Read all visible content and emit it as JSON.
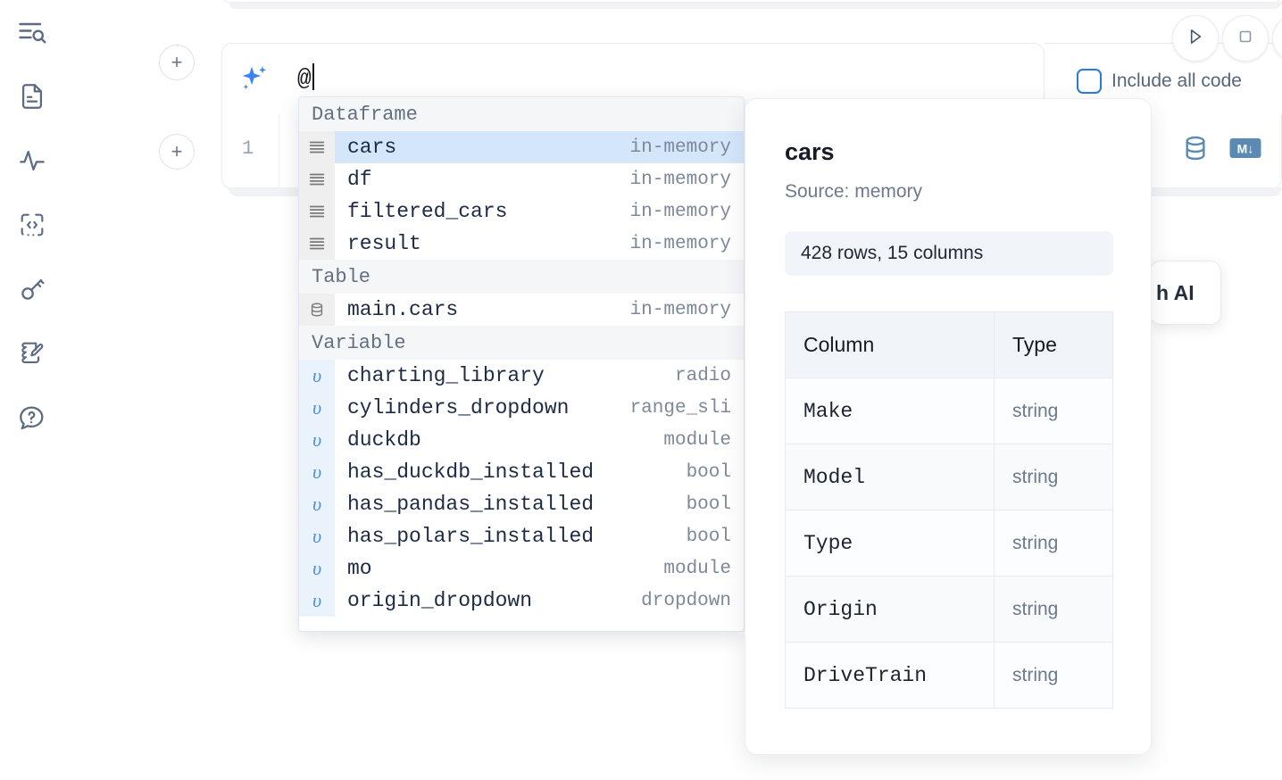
{
  "sidebar": {
    "items": [
      {
        "name": "explore-search",
        "icon": "list-search-icon"
      },
      {
        "name": "notebook-file",
        "icon": "document-icon"
      },
      {
        "name": "activity",
        "icon": "activity-pulse-icon"
      },
      {
        "name": "snippets",
        "icon": "code-brackets-icon"
      },
      {
        "name": "secrets",
        "icon": "key-icon"
      },
      {
        "name": "scratchpad",
        "icon": "notebook-pencil-icon"
      },
      {
        "name": "help",
        "icon": "help-chat-icon"
      }
    ]
  },
  "toolbar": {
    "run_button": "run-icon",
    "stop_button": "stop-icon",
    "include_all_code_label": "Include all code",
    "include_all_code_checked": false,
    "accent_color": "#2a7ade"
  },
  "prompt": {
    "icon": "ai-sparkle-icon",
    "value": "@"
  },
  "cell": {
    "line_number": "1",
    "database_icon": "database-icon",
    "markdown_icon": "markdown-icon"
  },
  "ai_card": {
    "text": "h AI"
  },
  "autocomplete": {
    "sections": [
      {
        "label": "Dataframe",
        "items": [
          {
            "name": "cars",
            "type": "in-memory",
            "icon": "dataframe-icon",
            "selected": true
          },
          {
            "name": "df",
            "type": "in-memory",
            "icon": "dataframe-icon",
            "selected": false
          },
          {
            "name": "filtered_cars",
            "type": "in-memory",
            "icon": "dataframe-icon",
            "selected": false
          },
          {
            "name": "result",
            "type": "in-memory",
            "icon": "dataframe-icon",
            "selected": false
          }
        ]
      },
      {
        "label": "Table",
        "items": [
          {
            "name": "main.cars",
            "type": "in-memory",
            "icon": "table-db-icon",
            "selected": false
          }
        ]
      },
      {
        "label": "Variable",
        "items": [
          {
            "name": "charting_library",
            "type": "radio",
            "icon": "variable-icon",
            "selected": false
          },
          {
            "name": "cylinders_dropdown",
            "type": "range_sli",
            "icon": "variable-icon",
            "selected": false
          },
          {
            "name": "duckdb",
            "type": "module",
            "icon": "variable-icon",
            "selected": false
          },
          {
            "name": "has_duckdb_installed",
            "type": "bool",
            "icon": "variable-icon",
            "selected": false
          },
          {
            "name": "has_pandas_installed",
            "type": "bool",
            "icon": "variable-icon",
            "selected": false
          },
          {
            "name": "has_polars_installed",
            "type": "bool",
            "icon": "variable-icon",
            "selected": false
          },
          {
            "name": "mo",
            "type": "module",
            "icon": "variable-icon",
            "selected": false
          },
          {
            "name": "origin_dropdown",
            "type": "dropdown",
            "icon": "variable-icon",
            "selected": false
          }
        ]
      }
    ]
  },
  "doc_panel": {
    "title": "cars",
    "source": "Source: memory",
    "shape": "428 rows, 15 columns",
    "headers": [
      "Column",
      "Type"
    ],
    "rows": [
      {
        "column": "Make",
        "type": "string"
      },
      {
        "column": "Model",
        "type": "string"
      },
      {
        "column": "Type",
        "type": "string"
      },
      {
        "column": "Origin",
        "type": "string"
      },
      {
        "column": "DriveTrain",
        "type": "string"
      }
    ]
  }
}
